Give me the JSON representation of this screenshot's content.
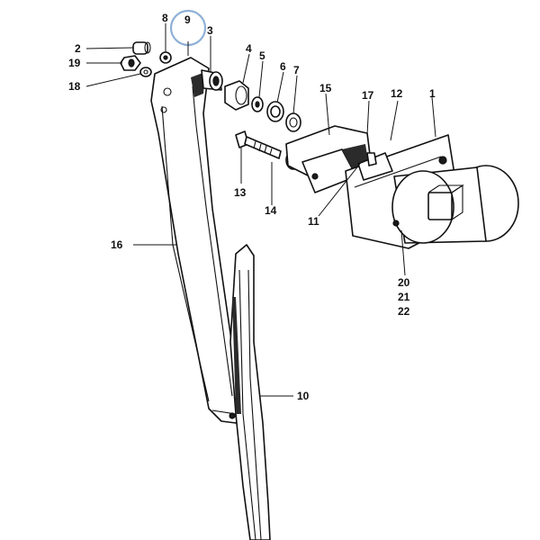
{
  "colors": {
    "highlight": "#8fb0d6",
    "ink": "#111111",
    "background": "#ffffff"
  },
  "highlighted_callout": "9",
  "callouts": {
    "c1": "1",
    "c2": "2",
    "c3": "3",
    "c4": "4",
    "c5": "5",
    "c6": "6",
    "c7": "7",
    "c8": "8",
    "c9": "9",
    "c10": "10",
    "c11": "11",
    "c12": "12",
    "c13": "13",
    "c14": "14",
    "c15": "15",
    "c16": "16",
    "c17": "17",
    "c18": "18",
    "c19": "19",
    "c20": "20",
    "c21": "21",
    "c22": "22"
  }
}
